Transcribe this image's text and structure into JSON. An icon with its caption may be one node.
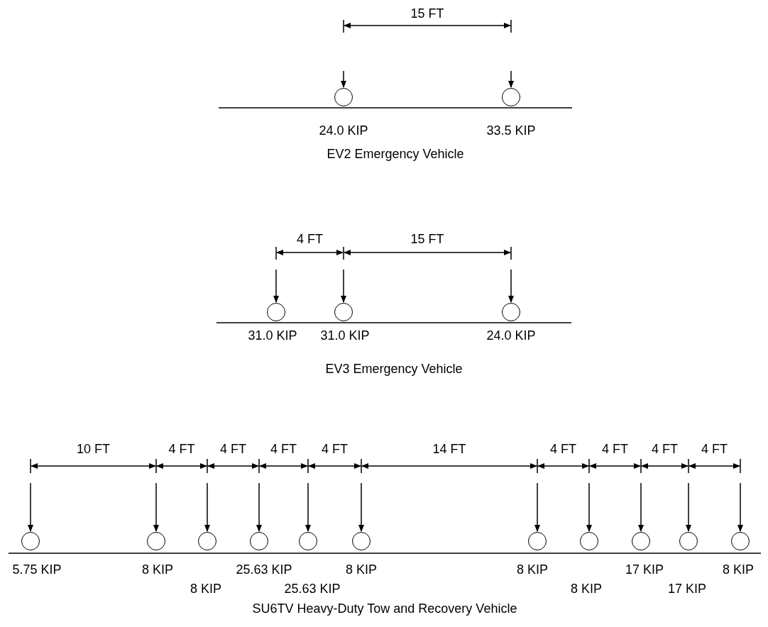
{
  "diagram": {
    "nodes": [
      {
        "text": [],
        "shape": "circle",
        "beside": [
          "24.0 KIP"
        ]
      },
      {
        "text": [],
        "shape": "circle",
        "beside": [
          "33.5 KIP"
        ]
      },
      {
        "text": [],
        "shape": "circle",
        "beside": [
          "31.0 KIP"
        ]
      },
      {
        "text": [],
        "shape": "circle",
        "beside": [
          "31.0 KIP"
        ]
      },
      {
        "text": [],
        "shape": "circle",
        "beside": [
          "24.0 KIP"
        ]
      },
      {
        "text": [],
        "shape": "circle",
        "beside": [
          "5.75 KIP"
        ]
      },
      {
        "text": [],
        "shape": "circle",
        "beside": [
          "8 KIP"
        ]
      },
      {
        "text": [],
        "shape": "circle",
        "beside": [
          "8 KIP"
        ]
      },
      {
        "text": [],
        "shape": "circle",
        "beside": [
          "25.63 KIP"
        ]
      },
      {
        "text": [],
        "shape": "circle",
        "beside": [
          "25.63 KIP"
        ]
      },
      {
        "text": [],
        "shape": "circle",
        "beside": [
          "8 KIP"
        ]
      },
      {
        "text": [],
        "shape": "circle",
        "beside": [
          "8 KIP"
        ]
      },
      {
        "text": [],
        "shape": "circle",
        "beside": [
          "8 KIP"
        ]
      },
      {
        "text": [],
        "shape": "circle",
        "beside": [
          "17 KIP"
        ]
      },
      {
        "text": [],
        "shape": "circle",
        "beside": [
          "17 KIP"
        ]
      },
      {
        "text": [],
        "shape": "circle",
        "beside": [
          "8 KIP"
        ]
      }
    ],
    "labels": [
      "15 FT",
      "EV2 Emergency Vehicle",
      "4 FT",
      "15 FT",
      "EV3 Emergency Vehicle",
      "10 FT",
      "4 FT",
      "4 FT",
      "4 FT",
      "4 FT",
      "14 FT",
      "4 FT",
      "4 FT",
      "4 FT",
      "4 FT",
      "SU6TV Heavy-Duty Tow and Recovery Vehicle"
    ]
  }
}
